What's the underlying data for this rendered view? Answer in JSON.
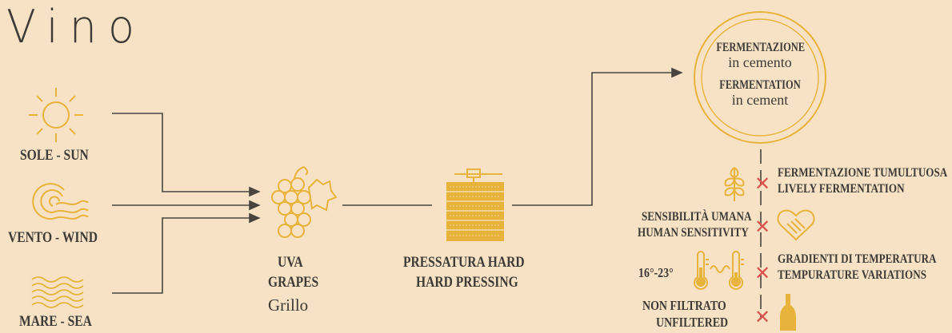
{
  "title": "Vino",
  "inputs": [
    {
      "label": "SOLE - SUN",
      "icon": "sun-icon"
    },
    {
      "label": "VENTO - WIND",
      "icon": "wind-icon"
    },
    {
      "label": "MARE - SEA",
      "icon": "waves-icon"
    }
  ],
  "grapes": {
    "line1": "UVA",
    "line2": "GRAPES",
    "variety": "Grillo",
    "icon": "grapes-icon"
  },
  "pressing": {
    "line1": "PRESSATURA HARD",
    "line2": "HARD PRESSING",
    "icon": "wine-press-icon"
  },
  "fermentation": {
    "it_title": "FERMENTAZIONE",
    "it_sub": "in cemento",
    "en_title": "FERMENTATION",
    "en_sub": "in cement"
  },
  "features": [
    {
      "line1": "FERMENTAZIONE TUMULTUOSA",
      "line2": "LIVELY FERMENTATION",
      "icon": "wheat-icon"
    },
    {
      "line1": "SENSIBILITÀ UMANA",
      "line2": "HUMAN SENSITIVITY",
      "icon": "handshake-icon"
    },
    {
      "line1": "GRADIENTI DI TEMPERATURA",
      "line2": "TEMPURATURE VARIATIONS",
      "icon": "thermometer-icon",
      "range": "16°-23°"
    },
    {
      "line1": "NON FILTRATO",
      "line2": "UNFILTERED",
      "icon": "bottle-icon"
    }
  ],
  "colors": {
    "accent": "#e8b33a",
    "line": "#4a4440",
    "cross": "#d9534f",
    "background": "#f7e2c5"
  }
}
